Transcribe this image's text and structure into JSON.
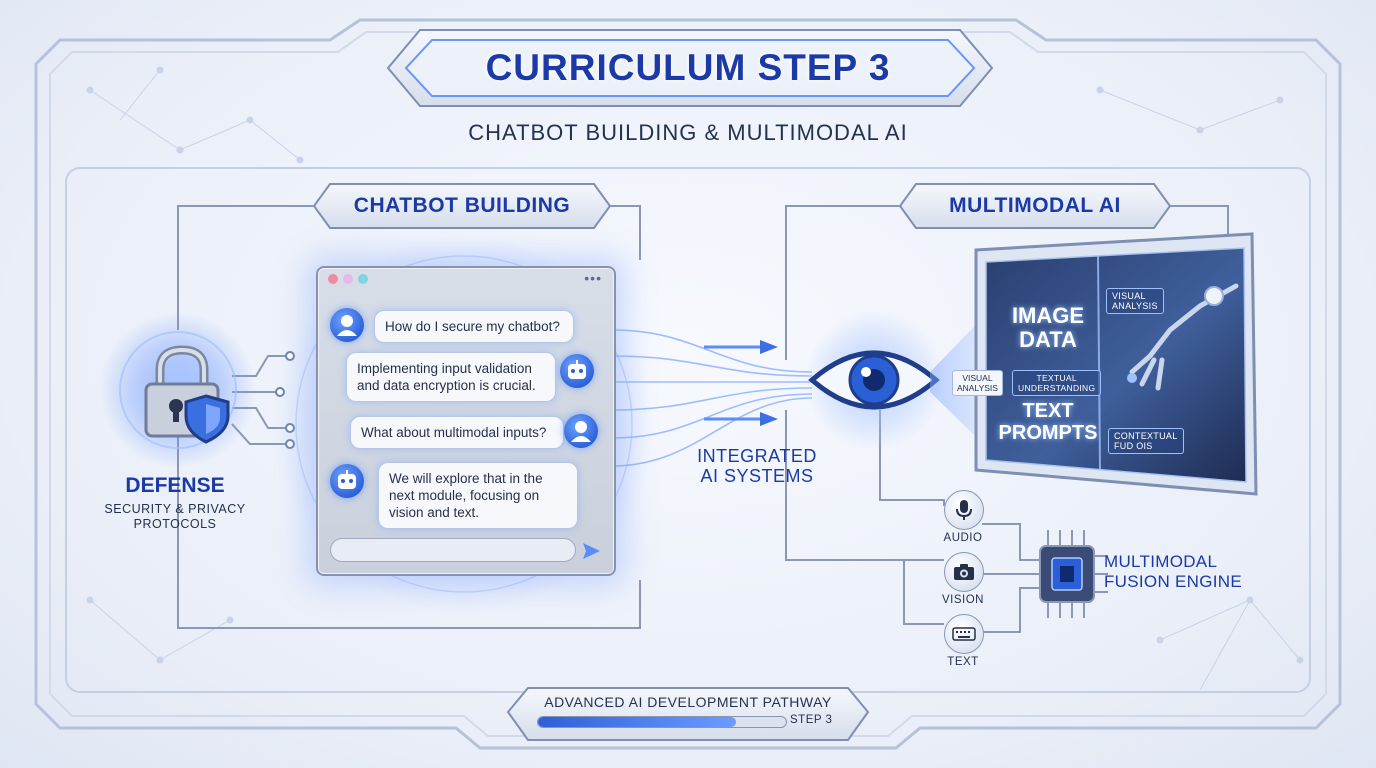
{
  "header": {
    "title": "CURRICULUM STEP 3",
    "subtitle": "CHATBOT BUILDING & MULTIMODAL AI"
  },
  "sections": {
    "chatbot": "CHATBOT BUILDING",
    "multimodal": "MULTIMODAL AI"
  },
  "defense": {
    "title": "DEFENSE",
    "subtitle_line1": "SECURITY & PRIVACY",
    "subtitle_line2": "PROTOCOLS"
  },
  "chat": {
    "messages": [
      {
        "from": "user",
        "text": "How do I secure my chatbot?"
      },
      {
        "from": "bot",
        "text": "Implementing input validation and data encryption is crucial."
      },
      {
        "from": "user",
        "text": "What about multimodal inputs?"
      },
      {
        "from": "bot",
        "text": "We will explore that in the next module, focusing on vision and text."
      }
    ]
  },
  "integrated": {
    "line1": "INTEGRATED",
    "line2": "AI SYSTEMS"
  },
  "screen": {
    "image_data_line1": "IMAGE",
    "image_data_line2": "DATA",
    "text_prompts_line1": "TEXT",
    "text_prompts_line2": "PROMPTS",
    "tag_visual_analysis_line1": "VISUAL",
    "tag_visual_analysis_line2": "ANALYSIS",
    "tag_textual_line1": "TEXTUAL",
    "tag_textual_line2": "UNDERSTANDING",
    "tag_contextual_line1": "CONTEXTUAL",
    "tag_contextual_line2": "FUD OIS",
    "left_tag_line1": "VISUAL",
    "left_tag_line2": "ANALYSIS"
  },
  "modalities": [
    {
      "label": "AUDIO",
      "icon": "microphone-icon"
    },
    {
      "label": "VISION",
      "icon": "camera-icon"
    },
    {
      "label": "TEXT",
      "icon": "keyboard-icon"
    }
  ],
  "fusion": {
    "line1": "MULTIMODAL",
    "line2": "FUSION ENGINE"
  },
  "footer": {
    "title": "ADVANCED AI DEVELOPMENT PATHWAY",
    "step_label": "STEP 3",
    "progress": 0.8
  },
  "colors": {
    "accent": "#1b3aa8",
    "glow": "#5b8cff",
    "frame": "#8a98b5"
  }
}
